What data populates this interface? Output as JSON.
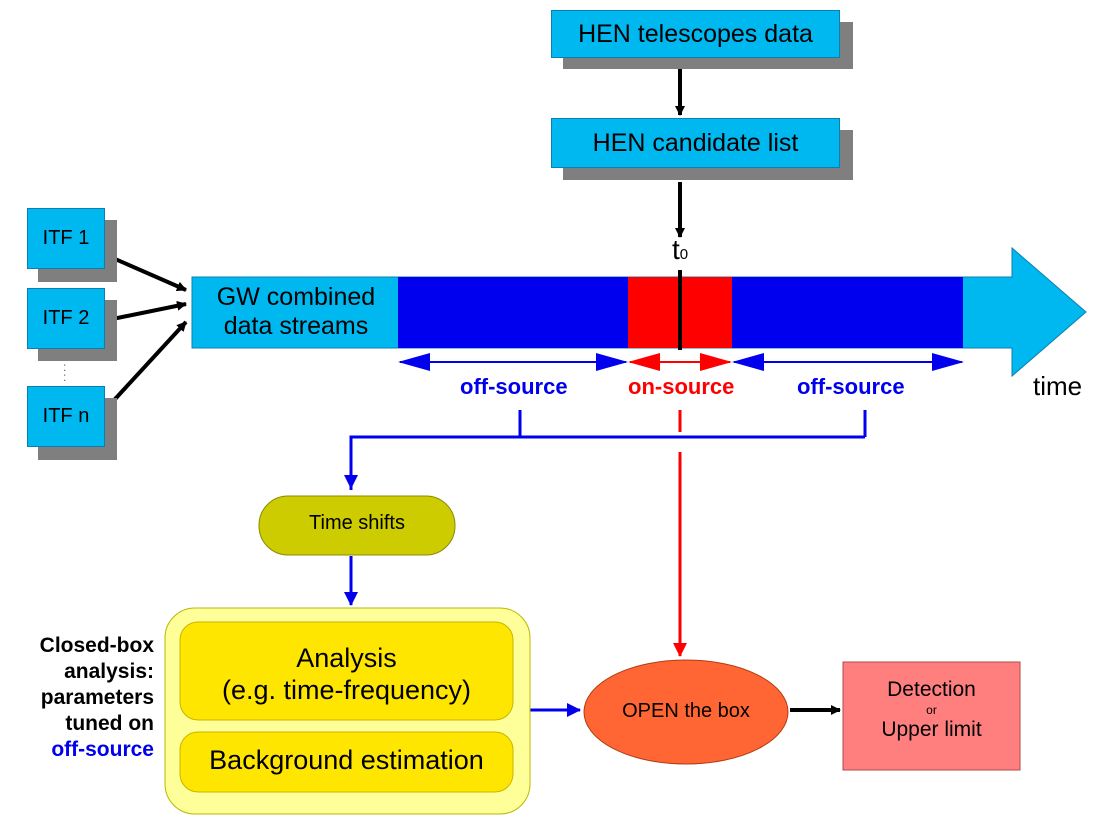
{
  "hen": {
    "telescopes_label": "HEN telescopes data",
    "candidate_label": "HEN candidate list",
    "t0_main": "t",
    "t0_sub": "0"
  },
  "itf": {
    "items": [
      "ITF 1",
      "ITF 2",
      "ITF n"
    ],
    "dots": ":"
  },
  "gw": {
    "label_line1": "GW combined",
    "label_line2": "data streams"
  },
  "timeline": {
    "off_source_left": "off-source",
    "on_source": "on-source",
    "off_source_right": "off-source",
    "time_label": "time"
  },
  "time_shifts": "Time shifts",
  "closed_box": {
    "line1": "Closed-box",
    "line2": "analysis:",
    "line3": "parameters",
    "line4": "tuned on",
    "line5": "off-source"
  },
  "analysis": {
    "line1": "Analysis",
    "line2": "(e.g. time-frequency)"
  },
  "background": "Background estimation",
  "open_box": "OPEN the box",
  "result": {
    "line1": "Detection",
    "line2": "or",
    "line3": "Upper limit"
  },
  "colors": {
    "cyan": "#00b8f0",
    "stream_blue": "#0000ee",
    "on_red": "#ff0000",
    "olive": "#cccc00",
    "yellow": "#ffe600",
    "light_yellow": "#ffff99",
    "orange": "#ff6633",
    "pink": "#ff7f7f"
  }
}
